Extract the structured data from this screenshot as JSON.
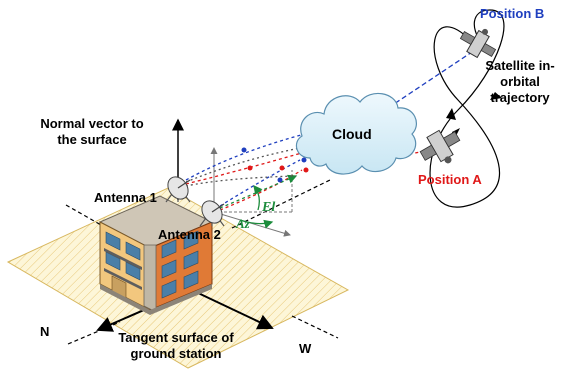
{
  "labels": {
    "position_b": "Position B",
    "satellite_line1": "Satellite in-",
    "satellite_line2": "orbital",
    "satellite_line3": "trajectory",
    "normal_line1": "Normal vector to",
    "normal_line2": "the surface",
    "cloud": "Cloud",
    "position_a": "Position A",
    "antenna1": "Antenna 1",
    "antenna2": "Antenna 2",
    "el": "El",
    "az": "Az",
    "north": "N",
    "west": "W",
    "tangent_line1": "Tangent surface of",
    "tangent_line2": "ground station"
  },
  "colors": {
    "position_b": "#1f3fbf",
    "position_a": "#e01818",
    "angle_labels": "#1c8c3c",
    "cloud_fill": "#dff2fa",
    "cloud_stroke": "#5a8fb0",
    "ground_fill": "#fdf6d8",
    "building_brick": "#e07a36",
    "building_wall": "#f2c77e"
  },
  "icons": [
    "satellite-icon",
    "antenna-icon",
    "cloud-icon",
    "building-icon"
  ]
}
